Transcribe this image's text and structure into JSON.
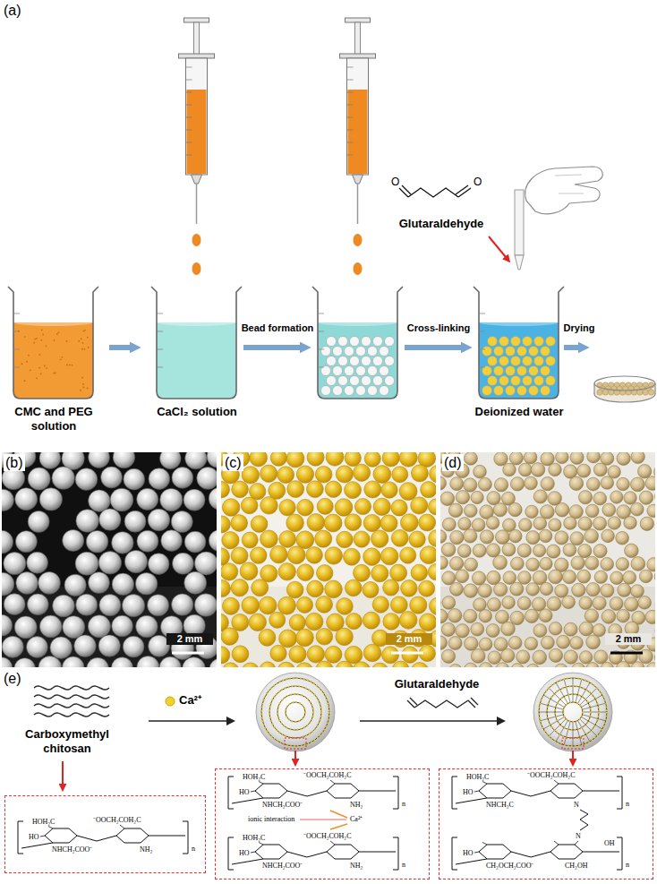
{
  "diagram": {
    "nodes": [
      {
        "text": [
          "CMC and PEG solution"
        ]
      },
      {
        "text": [
          "CaCl₂ solution"
        ]
      },
      {
        "text": [
          "Deionized water"
        ]
      },
      {
        "text": [
          "HOH₂C",
          "⁻OOCH₂COH₂C",
          "HO",
          "NHCH₂COO⁻",
          "NH₂",
          "n"
        ]
      },
      {
        "text": [
          "HOH₂C",
          "⁻OOCH₂COH₂C",
          "HO",
          "NHCH₂COO⁻",
          "NH₂",
          "n",
          "ionic interaction",
          "Ca²⁺",
          "HOH₂C",
          "⁻OOCH₂COH₂C",
          "HO",
          "NHCH₂COO⁻",
          "NH₂",
          "n"
        ]
      },
      {
        "text": [
          "HOH₂C",
          "⁻OOCH₂COH₂C",
          "HO",
          "NHCH₂C",
          "N",
          "n",
          "N",
          "HO",
          "CH₂OCH₂COO⁻",
          "CH₂OH",
          "OH",
          "n"
        ]
      }
    ],
    "edges": [
      {
        "from": 0,
        "to": 1,
        "arrow": "to"
      }
    ],
    "labels": [
      "(a)",
      "Glutaraldehyde",
      "O",
      "O",
      "Bead formation",
      "Cross-linking",
      "Drying",
      "(b)",
      "2 mm",
      "(c)",
      "2 mm",
      "(d)",
      "2 mm",
      "(e)",
      "Carboxymethyl chitosan",
      "Ca²⁺",
      "Glutaraldehyde"
    ]
  }
}
